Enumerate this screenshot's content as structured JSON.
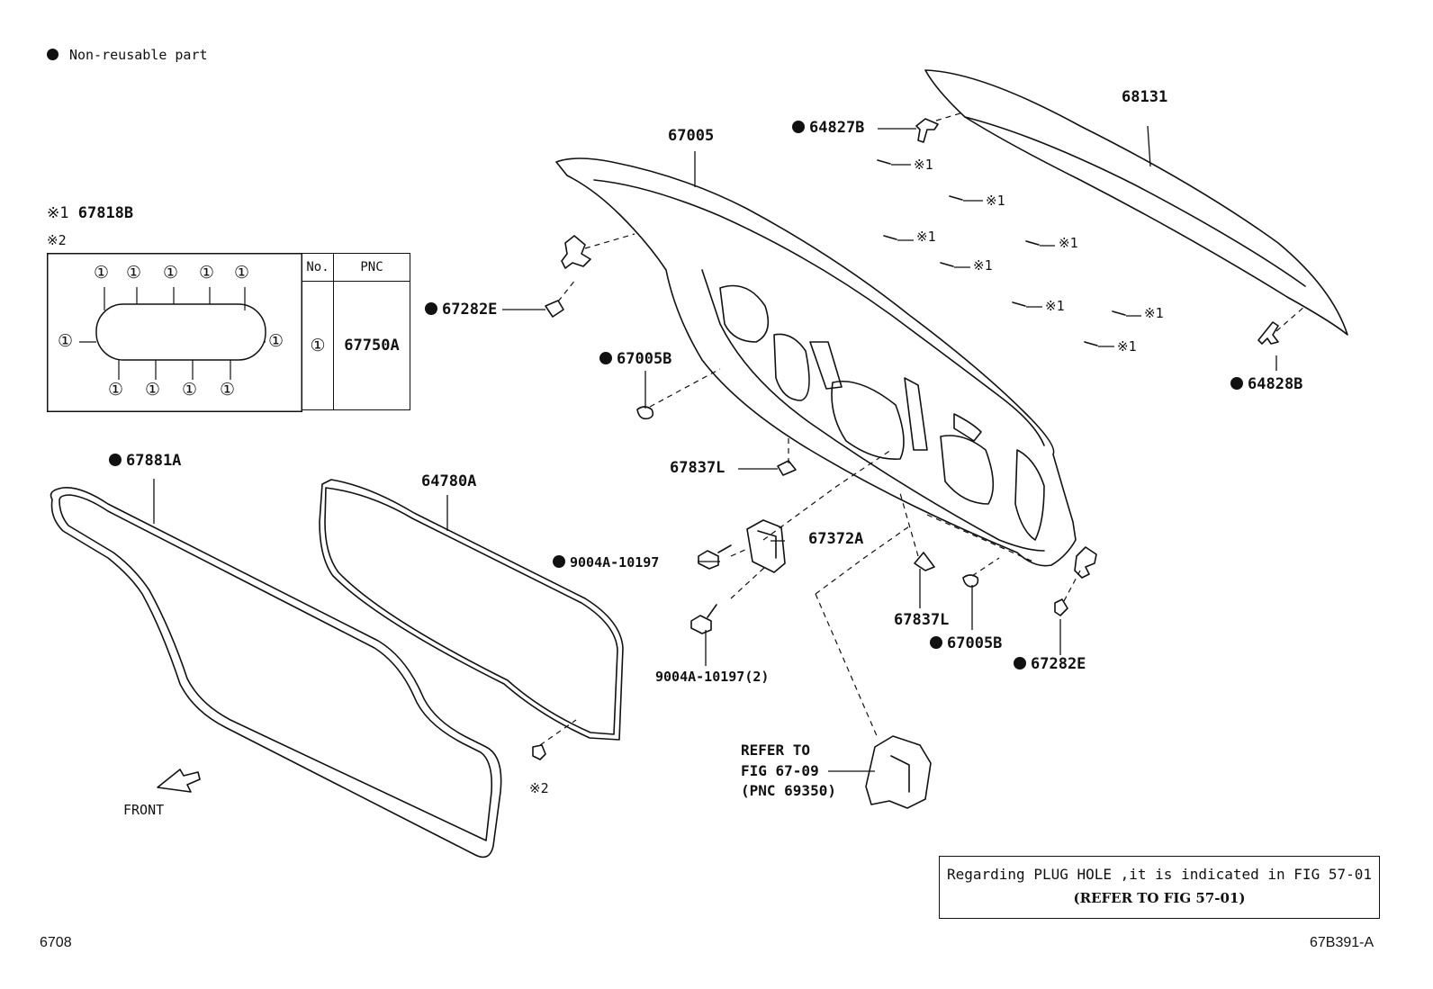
{
  "legend": {
    "bullet_meaning": "Non-reusable part"
  },
  "callouts": {
    "c68131": "68131",
    "c64827B": "64827B",
    "c67005": "67005",
    "c67818B_prefix": "※1",
    "c67818B": "67818B",
    "star2": "※2",
    "c67282E_left": "67282E",
    "c67005B_left": "67005B",
    "c64828B": "64828B",
    "c67881A": "67881A",
    "c64780A": "64780A",
    "c67837L_left": "67837L",
    "c67372A": "67372A",
    "c9004A_a": "9004A-10197",
    "c9004A_b": "9004A-10197(2)",
    "c67837L_right": "67837L",
    "c67005B_right": "67005B",
    "c67282E_right": "67282E",
    "star2_bottom": "※2",
    "refer_line1": "REFER TO",
    "refer_line2": "FIG 67-09",
    "refer_line3": "(PNC 69350)",
    "star1": "※1",
    "front": "FRONT"
  },
  "clip_table": {
    "col_no": "No.",
    "col_pnc": "PNC",
    "row_no": "①",
    "row_pnc": "67750A",
    "marker": "①"
  },
  "ref_box": {
    "line1": "Regarding PLUG HOLE ,it is indicated in FIG 57-01",
    "line2": "(REFER TO FIG 57-01)"
  },
  "footer": {
    "left_code": "6708",
    "right_code": "67B391-A"
  }
}
